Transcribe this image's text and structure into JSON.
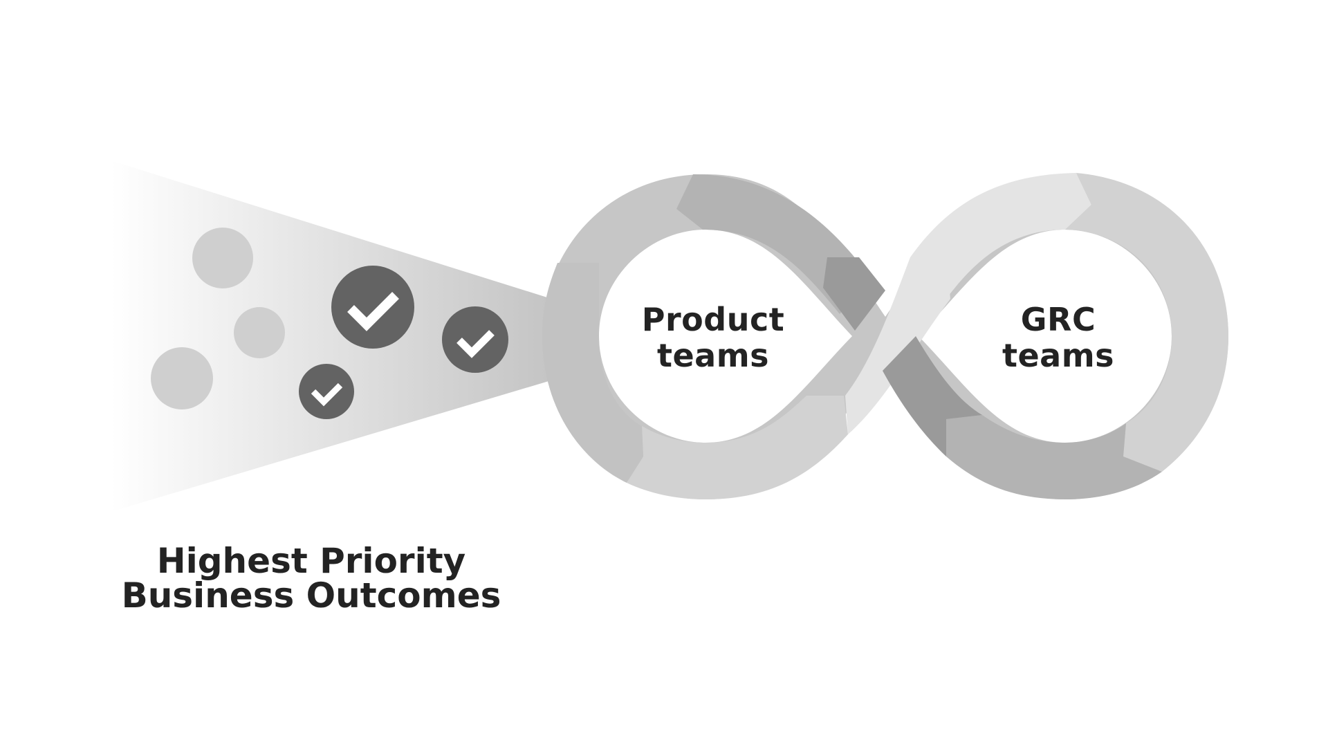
{
  "labels": {
    "left_loop": {
      "line1": "Product",
      "line2": "teams"
    },
    "right_loop": {
      "line1": "GRC",
      "line2": "teams"
    },
    "caption": {
      "line1": "Highest Priority",
      "line2": "Business Outcomes"
    }
  },
  "items": [
    {
      "kind": "plain",
      "checked": false
    },
    {
      "kind": "plain",
      "checked": false
    },
    {
      "kind": "plain",
      "checked": false
    },
    {
      "kind": "completed",
      "checked": true
    },
    {
      "kind": "completed",
      "checked": true
    },
    {
      "kind": "completed",
      "checked": true
    }
  ],
  "colors": {
    "background": "#ffffff",
    "text": "#232323",
    "funnel_light": "#ffffff",
    "funnel_dark": "#c4c4c4",
    "ring_base": "#c6c6c6",
    "segment_dark": "#9a9a9a",
    "segment_mid": "#b3b3b3",
    "segment_light": "#d2d2d2",
    "segment_lightest": "#e4e4e4",
    "plain_dot": "#cfcfcf",
    "check_badge": "#636363",
    "check_mark": "#ffffff"
  }
}
